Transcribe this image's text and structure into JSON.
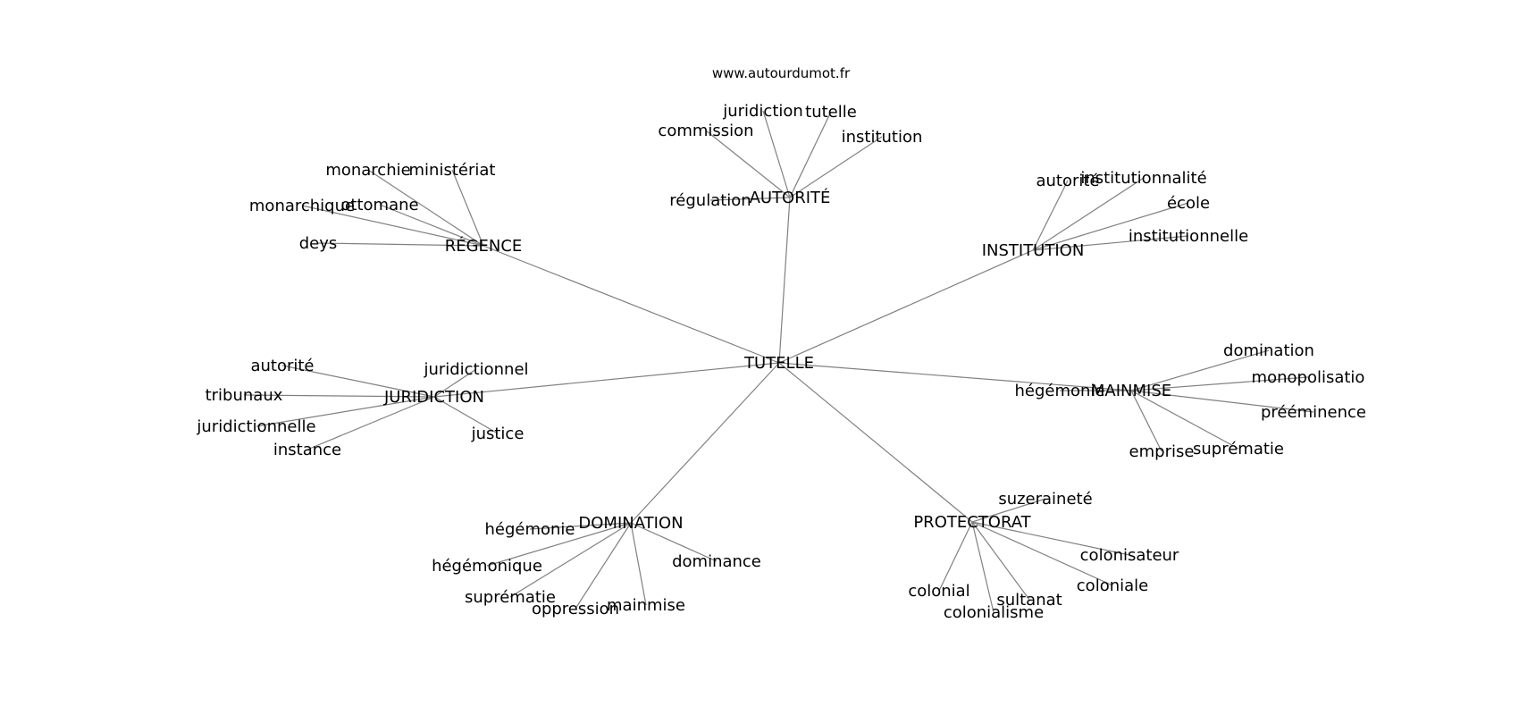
{
  "source": "www.autourdumot.fr",
  "edge_color": "#808080",
  "center": "TUTELLE",
  "clusters": [
    {
      "id": "autorite",
      "label": "AUTORITÉ",
      "words": [
        "juridiction",
        "tutelle",
        "commission",
        "institution",
        "régulation"
      ]
    },
    {
      "id": "regence",
      "label": "RÉGENCE",
      "words": [
        "monarchie",
        "ministériat",
        "monarchique",
        "ottomane",
        "deys"
      ]
    },
    {
      "id": "institution",
      "label": "INSTITUTION",
      "words": [
        "autorité",
        "institutionnalité",
        "école",
        "institutionnelle"
      ]
    },
    {
      "id": "juridiction",
      "label": "JURIDICTION",
      "words": [
        "autorité",
        "juridictionnel",
        "tribunaux",
        "juridictionnelle",
        "instance",
        "justice"
      ]
    },
    {
      "id": "mainmise",
      "label": "MAINMISE",
      "words": [
        "domination",
        "monopolisatio",
        "hégémonie",
        "prééminence",
        "emprise",
        "suprématie"
      ]
    },
    {
      "id": "domination",
      "label": "DOMINATION",
      "words": [
        "hégémonie",
        "dominance",
        "hégémonique",
        "suprématie",
        "oppression",
        "mainmise"
      ]
    },
    {
      "id": "protectorat",
      "label": "PROTECTORAT",
      "words": [
        "suzeraineté",
        "colonisateur",
        "coloniale",
        "colonial",
        "sultanat",
        "colonialisme"
      ]
    }
  ]
}
